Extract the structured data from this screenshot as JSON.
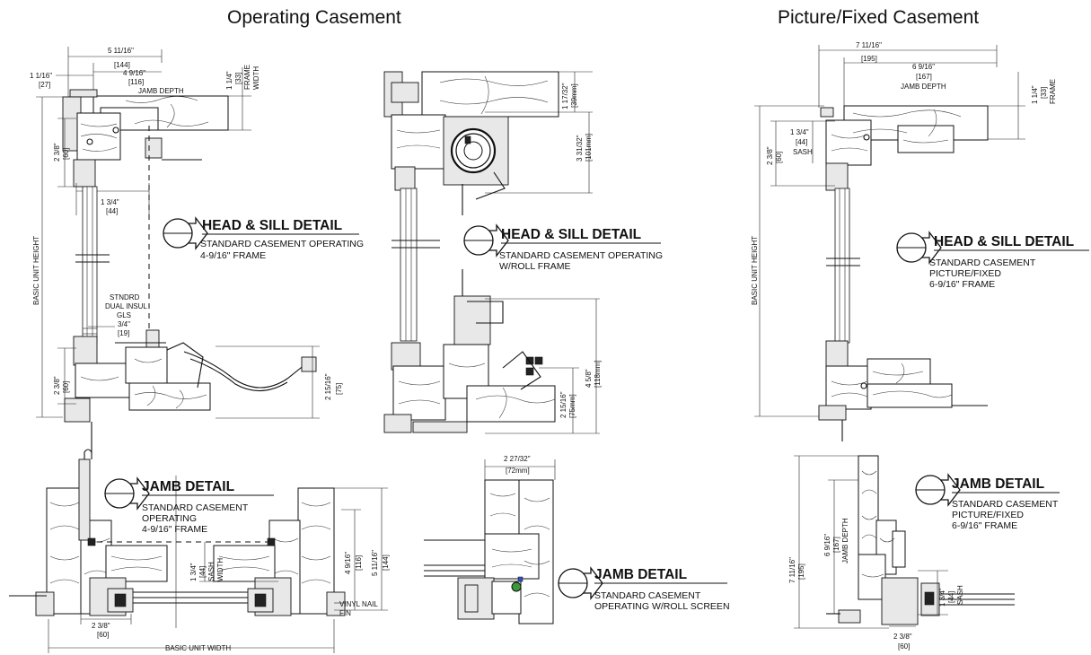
{
  "titles": {
    "operating": "Operating Casement",
    "fixed": "Picture/Fixed Casement"
  },
  "details": {
    "op_head": {
      "title": "HEAD & SILL DETAIL",
      "line1": "STANDARD CASEMENT OPERATING",
      "line2": "4-9/16\" FRAME"
    },
    "roll_head": {
      "title": "HEAD & SILL DETAIL",
      "line1": "STANDARD CASEMENT OPERATING",
      "line2": "W/ROLL FRAME"
    },
    "fixed_head": {
      "title": "HEAD & SILL DETAIL",
      "line1": "STANDARD CASEMENT",
      "line2": "PICTURE/FIXED",
      "line3": "6-9/16\" FRAME"
    },
    "op_jamb": {
      "title": "JAMB DETAIL",
      "line1": "STANDARD CASEMENT",
      "line2": "OPERATING",
      "line3": "4-9/16\" FRAME"
    },
    "roll_jamb": {
      "title": "JAMB DETAIL",
      "line1": "STANDARD CASEMENT",
      "line2": "OPERATING W/ROLL SCREEN"
    },
    "fixed_jamb": {
      "title": "JAMB DETAIL",
      "line1": "STANDARD CASEMENT",
      "line2": "PICTURE/FIXED",
      "line3": "6-9/16\" FRAME"
    }
  },
  "dims": {
    "op": {
      "overall_a": "5 11/16\"",
      "overall_b": "[144]",
      "jamb_a": "4 9/16\"",
      "jamb_b": "[116]",
      "jamb_c": "JAMB DEPTH",
      "left_a": "1 1/16\"",
      "left_b": "[27]",
      "fw_a": "1 1/4\"",
      "fw_b": "[33]",
      "fw_c": "FRAME",
      "fw_d": "WIDTH",
      "sash_top_a": "2 3/8\"",
      "sash_top_b": "[60]",
      "sash_mid_a": "1 3/4\"",
      "sash_mid_b": "[44]",
      "basic_height": "BASIC UNIT HEIGHT",
      "glass_1": "STNDRD",
      "glass_2": "DUAL INSUL",
      "glass_3": "GLS",
      "glass_4": "3/4\"",
      "glass_5": "[19]",
      "sill_a": "2 3/8\"",
      "sill_b": "[60]",
      "sill_r_a": "2 15/16\"",
      "sill_r_b": "[75]"
    },
    "roll": {
      "top_a": "1 17/32\"",
      "top_b": "[39mm]",
      "mid_a": "3 31/32\"",
      "mid_b": "[101mm]",
      "bot_a": "2 15/16\"",
      "bot_b": "[75mm]",
      "right_a": "4 5/8\"",
      "right_b": "[118mm]",
      "jamb_a": "2 27/32\"",
      "jamb_b": "[72mm]"
    },
    "fixed": {
      "overall_a": "7 11/16\"",
      "overall_b": "[195]",
      "jamb_a": "6 9/16\"",
      "jamb_b": "[167]",
      "jamb_c": "JAMB DEPTH",
      "fw_a": "1 1/4\"",
      "fw_b": "[33]",
      "fw_c": "FRAME",
      "sash_a": "1 3/4\"",
      "sash_b": "[44]",
      "sash_c": "SASH",
      "left_a": "2 3/8\"",
      "left_b": "[60]",
      "basic_height": "BASIC UNIT HEIGHT",
      "jamb_v_a": "7 11/16\"",
      "jamb_v_b": "[195]",
      "jamb_v2_a": "6 9/16\"",
      "jamb_v2_b": "[167]",
      "jamb_v2_c": "JAMB DEPTH",
      "jamb_sash_a": "1 3/4\"",
      "jamb_sash_b": "[44]",
      "jamb_sash_c": "SASH",
      "jamb_bot_a": "2 3/8\"",
      "jamb_bot_b": "[60]"
    },
    "op_jamb": {
      "sash_a": "1 3/4\"",
      "sash_b": "[44]",
      "sash_c": "SASH",
      "sash_d": "WIDTH",
      "d1_a": "4 9/16\"",
      "d1_b": "[116]",
      "d2_a": "5 11/16\"",
      "d2_b": "[144]",
      "nail_1": "VINYL NAIL",
      "nail_2": "FIN",
      "bot_a": "2 3/8\"",
      "bot_b": "[60]",
      "basic_width": "BASIC UNIT WIDTH"
    }
  }
}
